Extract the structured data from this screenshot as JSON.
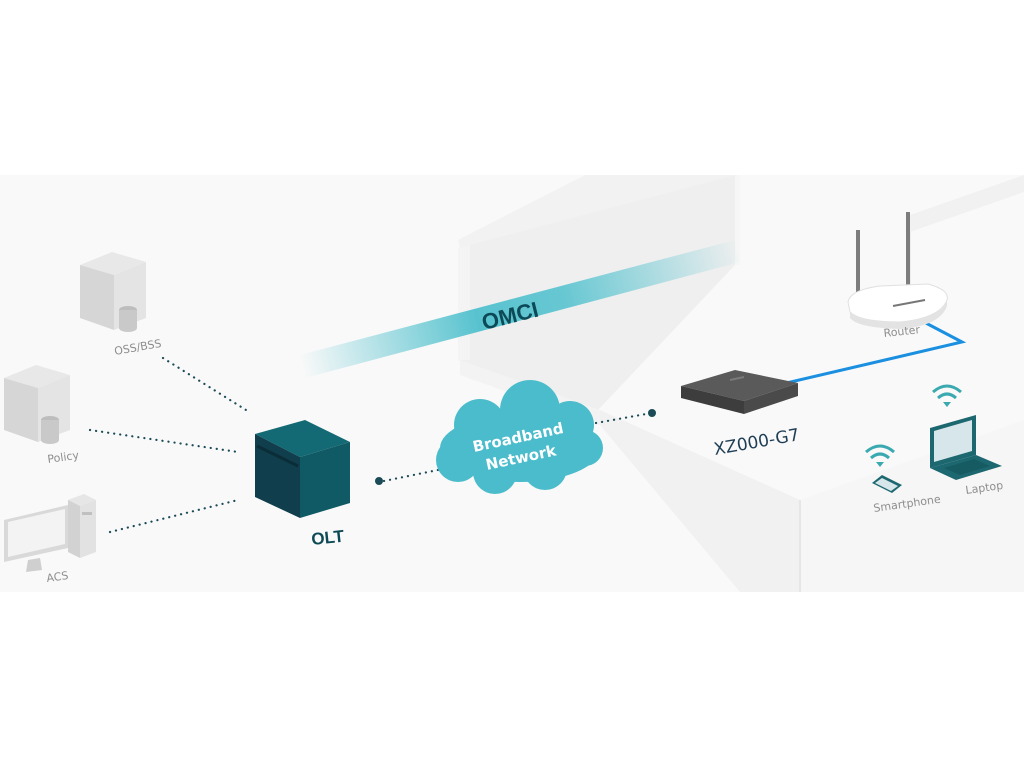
{
  "diagram": {
    "title": "GPON OMCI management topology",
    "colors": {
      "background_band": "#f9f9f9",
      "page": "#ffffff",
      "olt": "#0f5a64",
      "cloud": "#4bbccb",
      "omci_band": "#58c3cf",
      "ethernet_link": "#1b8fe0",
      "wifi": "#3aa9b0",
      "dotted_link": "#1b4b57"
    },
    "management_systems": [
      {
        "id": "oss-bss",
        "label": "OSS/BSS",
        "icon": "server-with-database-icon"
      },
      {
        "id": "policy",
        "label": "Policy",
        "icon": "server-with-database-icon"
      },
      {
        "id": "acs",
        "label": "ACS",
        "icon": "desktop-computer-icon"
      }
    ],
    "olt": {
      "label": "OLT",
      "icon": "olt-cube-icon"
    },
    "network": {
      "line1": "Broadband",
      "line2": "Network",
      "icon": "cloud-icon"
    },
    "omci": {
      "label": "OMCI"
    },
    "ont": {
      "label": "XZ000-G7",
      "icon": "ont-device-icon"
    },
    "clients": [
      {
        "id": "router",
        "label": "Router",
        "icon": "router-icon",
        "connection": "ethernet"
      },
      {
        "id": "smartphone",
        "label": "Smartphone",
        "icon": "smartphone-icon",
        "connection": "wifi"
      },
      {
        "id": "laptop",
        "label": "Laptop",
        "icon": "laptop-icon",
        "connection": "wifi"
      }
    ],
    "links": [
      {
        "from": "oss-bss",
        "to": "olt",
        "style": "dotted"
      },
      {
        "from": "policy",
        "to": "olt",
        "style": "dotted"
      },
      {
        "from": "acs",
        "to": "olt",
        "style": "dotted"
      },
      {
        "from": "olt",
        "to": "network",
        "style": "dotted"
      },
      {
        "from": "network",
        "to": "ont",
        "style": "dotted"
      },
      {
        "from": "ont",
        "to": "router",
        "style": "solid"
      }
    ]
  }
}
